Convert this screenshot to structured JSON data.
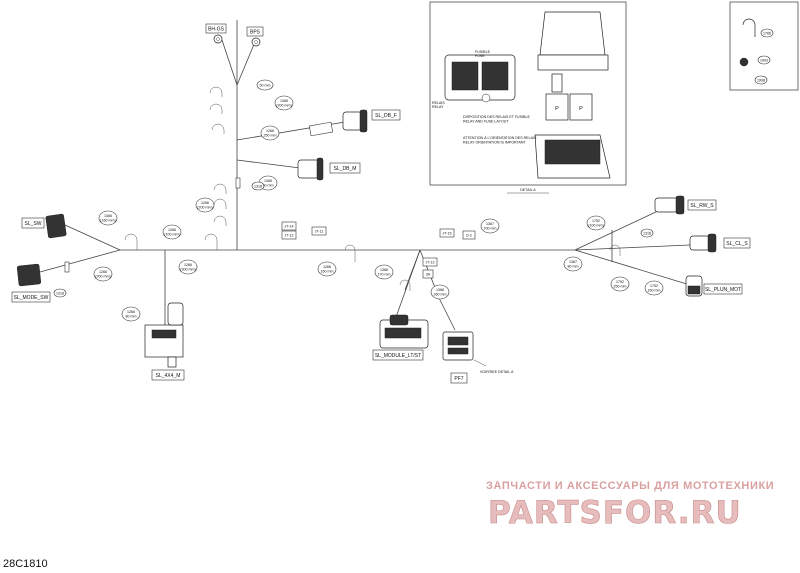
{
  "figure_code": "28C1810",
  "connectors": {
    "bh_gs": "BH-GS",
    "bps": "BPS",
    "sl_db_f": "SL_DB_F",
    "sl_db_m": "SL_DB_M",
    "sl_sw": "SL_SW",
    "sl_mode_sw": "SL_MODE_SW",
    "sl_4x4_m": "SL_4X4_M",
    "sl_module_lt_st": "SL_MODULE_LT/ST",
    "pf7": "PF7",
    "sl_rw_s": "SL_RW_S",
    "sl_cl_s": "SL_CL_S",
    "sl_plun_mot": "SL_PLUN_MOT"
  },
  "junctions": [
    "JT-14",
    "JT-12",
    "JT-11",
    "JT-15",
    "D-2",
    "JT-13",
    "3H"
  ],
  "callouts": {
    "c1": "50 mm",
    "c2": [
      "1366",
      "(200 mm)"
    ],
    "c3": [
      "1266",
      "250 mm"
    ],
    "c4": [
      "1366",
      "60 mm"
    ],
    "c5": "1318",
    "c6": [
      "1266",
      "(200 mm)"
    ],
    "c7": [
      "1366",
      "(160 mm)"
    ],
    "c8": [
      "1266",
      "(100 mm)"
    ],
    "c9": [
      "1266",
      "(200 mm)"
    ],
    "c10": "1318",
    "c11": [
      "1266",
      "(300 mm)"
    ],
    "c12": [
      "1266",
      "80 mm"
    ],
    "c13": [
      "1266",
      "160 mm"
    ],
    "c14": [
      "1366",
      "170 mm"
    ],
    "c15": [
      "1366",
      "260 mm"
    ],
    "c16": [
      "1367",
      "700 mm"
    ],
    "c17": [
      "1752",
      "(100 mm)"
    ],
    "c18": "1318",
    "c19": [
      "1367",
      "80 mm"
    ],
    "c20": [
      "1752",
      "250 mm"
    ],
    "c21": [
      "1752",
      "150 mm"
    ],
    "i1": "1766",
    "i2": "1993",
    "i3": "1998"
  },
  "detail": {
    "title": "DETAIL A",
    "fuse_label": [
      "FUSIBLE",
      "FUSE"
    ],
    "relay_label": [
      "RELAIS",
      "RELAY"
    ],
    "layout_note": [
      "DISPOSITION DES RELAIS ET FUSIBLE",
      "RELAY AND FUSE LAYOUT"
    ],
    "orientation_note": [
      "ATTENTION À L'ORIENTATION DES RELAIS",
      "RELAY ORIENTATION IS IMPORTANT"
    ],
    "relay_letter": "P"
  },
  "see_detail": "VOIR/SEE DETAIL A",
  "watermark": {
    "line1": "ЗАПЧАСТИ И АКСЕССУАРЫ ДЛЯ МОТОТЕХНИКИ",
    "line2": "PARTSFOR.RU"
  }
}
